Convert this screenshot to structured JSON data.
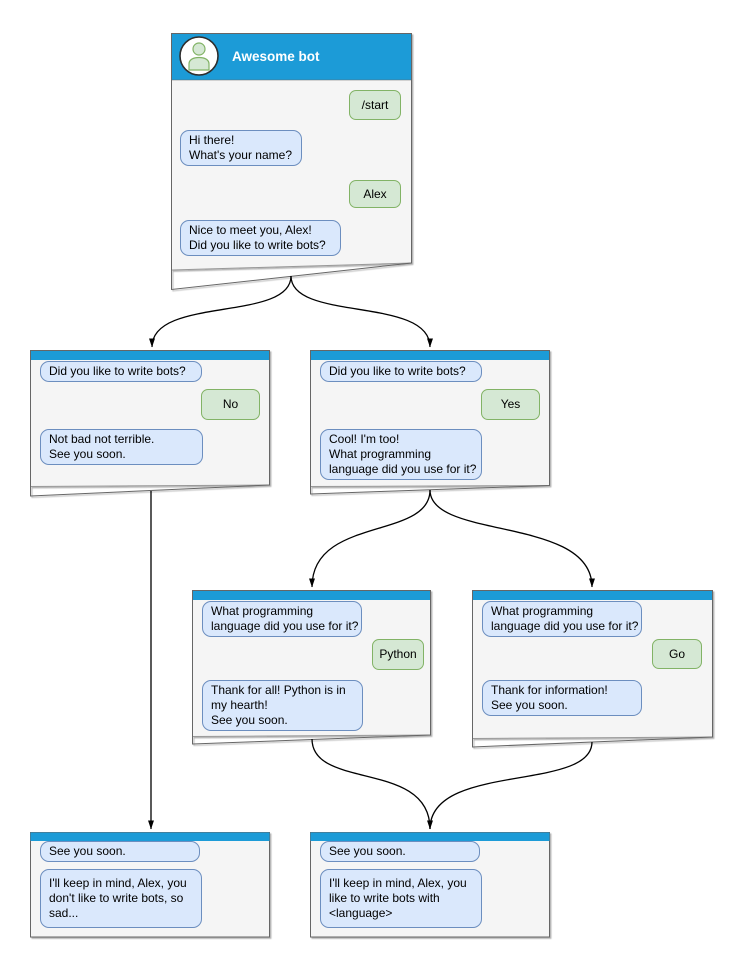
{
  "diagram": {
    "title": "Awesome bot",
    "colors": {
      "titlebar_blue": "#1e9bd7",
      "window_fill": "#f5f5f5",
      "window_border": "#666666",
      "tear_line": "#999999",
      "bot_bubble_fill": "#dae8fc",
      "bot_bubble_border": "#6c8ebf",
      "user_bubble_fill": "#d5e8d4",
      "user_bubble_border": "#82b366",
      "arrow": "#000000"
    },
    "windows": {
      "start": {
        "title": "Awesome bot",
        "messages": {
          "start_cmd": "/start",
          "ask_name": "Hi there!\nWhat's your name?",
          "name_reply": "Alex",
          "ask_bots": "Nice to meet you, Alex!\nDid you like to write bots?"
        }
      },
      "branch_no": {
        "messages": {
          "question": "Did you like to write bots?",
          "answer": "No",
          "reply": "Not bad not terrible.\nSee you soon."
        }
      },
      "branch_yes": {
        "messages": {
          "question": "Did you like to write bots?",
          "answer": "Yes",
          "reply": "Cool! I'm too!\nWhat programming\nlanguage did you use for it?"
        }
      },
      "branch_python": {
        "messages": {
          "question": "What programming\nlanguage did you use for it?",
          "answer": "Python",
          "reply": "Thank for all! Python is in\nmy hearth!\nSee you soon."
        }
      },
      "branch_go": {
        "messages": {
          "question": "What programming\nlanguage did you use for it?",
          "answer": "Go",
          "reply": "Thank for information!\nSee you soon."
        }
      },
      "end_no": {
        "messages": {
          "intro": "See you soon.",
          "reply": "I'll keep in mind, Alex, you\ndon't like to write bots, so\nsad..."
        }
      },
      "end_yes": {
        "messages": {
          "intro": "See you soon.",
          "reply": "I'll keep in mind, Alex, you\nlike to write bots with\n<language>"
        }
      }
    }
  }
}
